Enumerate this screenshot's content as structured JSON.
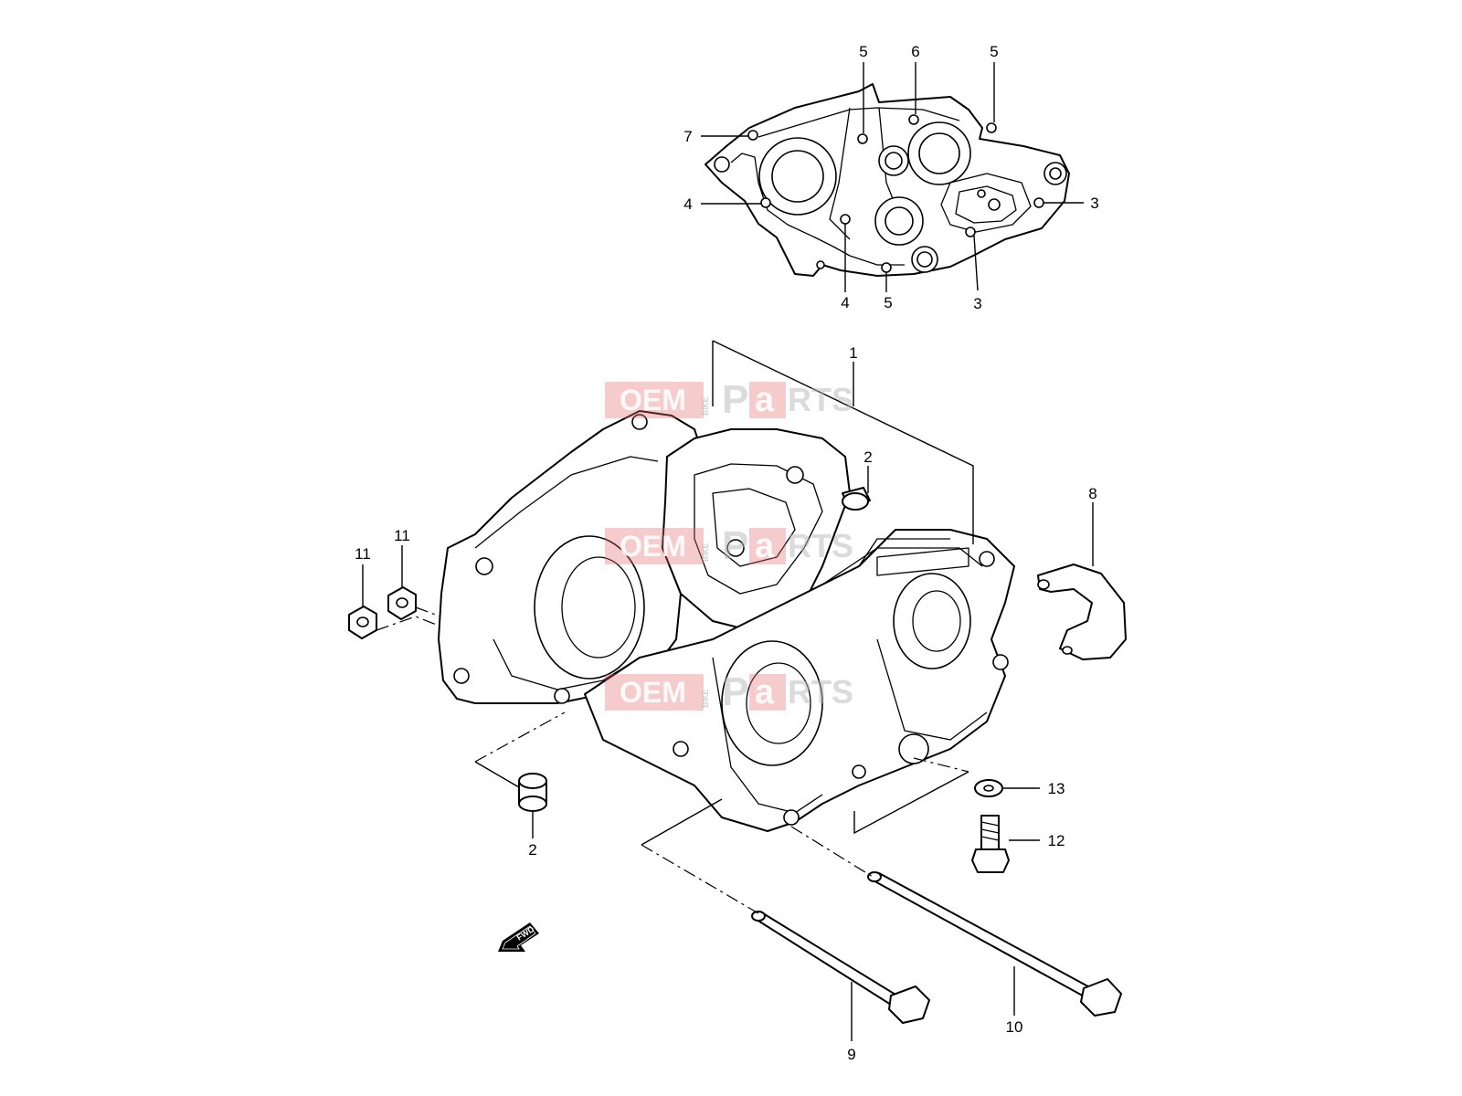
{
  "watermark": {
    "brand_a": "OEM",
    "brand_small": "BIKE",
    "brand_b": "P",
    "brand_c": "a",
    "brand_d": "RTS",
    "color": "#e36b6b"
  },
  "fwd_label": "FWD",
  "callouts": [
    {
      "id": "c-1",
      "text": "1"
    },
    {
      "id": "c-2a",
      "text": "2"
    },
    {
      "id": "c-2b",
      "text": "2"
    },
    {
      "id": "c-3a",
      "text": "3"
    },
    {
      "id": "c-3b",
      "text": "3"
    },
    {
      "id": "c-4a",
      "text": "4"
    },
    {
      "id": "c-4b",
      "text": "4"
    },
    {
      "id": "c-5a",
      "text": "5"
    },
    {
      "id": "c-5b",
      "text": "5"
    },
    {
      "id": "c-5c",
      "text": "5"
    },
    {
      "id": "c-6",
      "text": "6"
    },
    {
      "id": "c-7",
      "text": "7"
    },
    {
      "id": "c-8",
      "text": "8"
    },
    {
      "id": "c-9",
      "text": "9"
    },
    {
      "id": "c-10",
      "text": "10"
    },
    {
      "id": "c-11a",
      "text": "11"
    },
    {
      "id": "c-11b",
      "text": "11"
    },
    {
      "id": "c-12",
      "text": "12"
    },
    {
      "id": "c-13",
      "text": "13"
    }
  ]
}
